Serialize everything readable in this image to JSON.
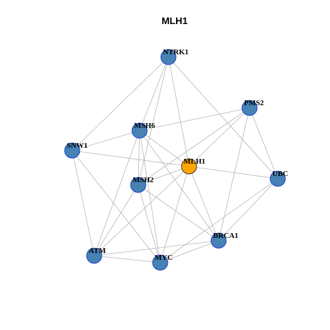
{
  "title": "MLH1",
  "colors": {
    "node_fill": "#4682B4",
    "node_stroke": "#1c3fd1",
    "center_fill": "#FFA500",
    "center_stroke": "#333333",
    "edge": "#b3b3b3"
  },
  "nodes": [
    {
      "id": "NTRK1",
      "label": "NTRK1",
      "center": false
    },
    {
      "id": "PMS2",
      "label": "PMS2",
      "center": false
    },
    {
      "id": "MSH6",
      "label": "MSH6",
      "center": false
    },
    {
      "id": "SNW1",
      "label": "SNW1",
      "center": false
    },
    {
      "id": "MLH1",
      "label": "MLH1",
      "center": true
    },
    {
      "id": "UBC",
      "label": "UBC",
      "center": false
    },
    {
      "id": "MSH2",
      "label": "MSH2",
      "center": false
    },
    {
      "id": "BRCA1",
      "label": "BRCA1",
      "center": false
    },
    {
      "id": "ATM",
      "label": "ATM",
      "center": false
    },
    {
      "id": "MYC",
      "label": "MYC",
      "center": false
    }
  ],
  "edges": [
    [
      "NTRK1",
      "SNW1"
    ],
    [
      "NTRK1",
      "MSH6"
    ],
    [
      "NTRK1",
      "MSH2"
    ],
    [
      "NTRK1",
      "MLH1"
    ],
    [
      "NTRK1",
      "UBC"
    ],
    [
      "PMS2",
      "MSH6"
    ],
    [
      "PMS2",
      "MLH1"
    ],
    [
      "PMS2",
      "MSH2"
    ],
    [
      "PMS2",
      "UBC"
    ],
    [
      "PMS2",
      "BRCA1"
    ],
    [
      "SNW1",
      "MSH6"
    ],
    [
      "SNW1",
      "MLH1"
    ],
    [
      "SNW1",
      "ATM"
    ],
    [
      "SNW1",
      "MYC"
    ],
    [
      "MSH6",
      "MSH2"
    ],
    [
      "MSH6",
      "MLH1"
    ],
    [
      "MSH6",
      "BRCA1"
    ],
    [
      "MSH6",
      "ATM"
    ],
    [
      "MSH6",
      "MYC"
    ],
    [
      "MLH1",
      "UBC"
    ],
    [
      "MLH1",
      "MSH2"
    ],
    [
      "MLH1",
      "BRCA1"
    ],
    [
      "MLH1",
      "ATM"
    ],
    [
      "MLH1",
      "MYC"
    ],
    [
      "MSH2",
      "BRCA1"
    ],
    [
      "MSH2",
      "ATM"
    ],
    [
      "MSH2",
      "MYC"
    ],
    [
      "UBC",
      "BRCA1"
    ],
    [
      "UBC",
      "MYC"
    ],
    [
      "BRCA1",
      "ATM"
    ],
    [
      "BRCA1",
      "MYC"
    ],
    [
      "ATM",
      "MYC"
    ]
  ]
}
